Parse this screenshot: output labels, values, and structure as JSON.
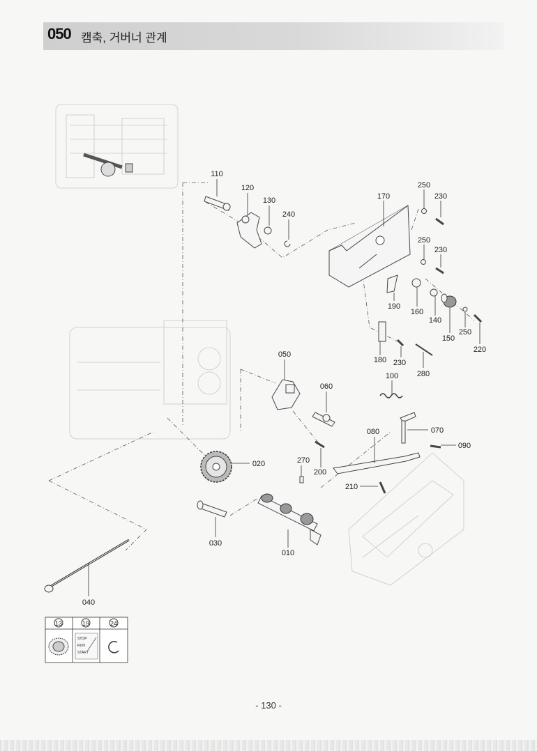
{
  "header": {
    "section_number": "050",
    "section_title": "캠축, 거버너 관계"
  },
  "parts": {
    "p010": "010",
    "p020": "020",
    "p030": "030",
    "p040": "040",
    "p050": "050",
    "p060": "060",
    "p070": "070",
    "p080": "080",
    "p090": "090",
    "p100": "100",
    "p110": "110",
    "p120": "120",
    "p130": "130",
    "p140": "140",
    "p150": "150",
    "p160": "160",
    "p170": "170",
    "p180": "180",
    "p190": "190",
    "p200": "200",
    "p210": "210",
    "p220": "220",
    "p230a": "230",
    "p230b": "230",
    "p230c": "230",
    "p240": "240",
    "p250a": "250",
    "p250b": "250",
    "p250c": "250",
    "p270": "270",
    "p280": "280"
  },
  "legend": {
    "columns": [
      "13",
      "19",
      "24"
    ],
    "label_stop": "STOP",
    "label_run": "RUN",
    "label_start": "START"
  },
  "footer": {
    "page_number": "- 130 -"
  }
}
